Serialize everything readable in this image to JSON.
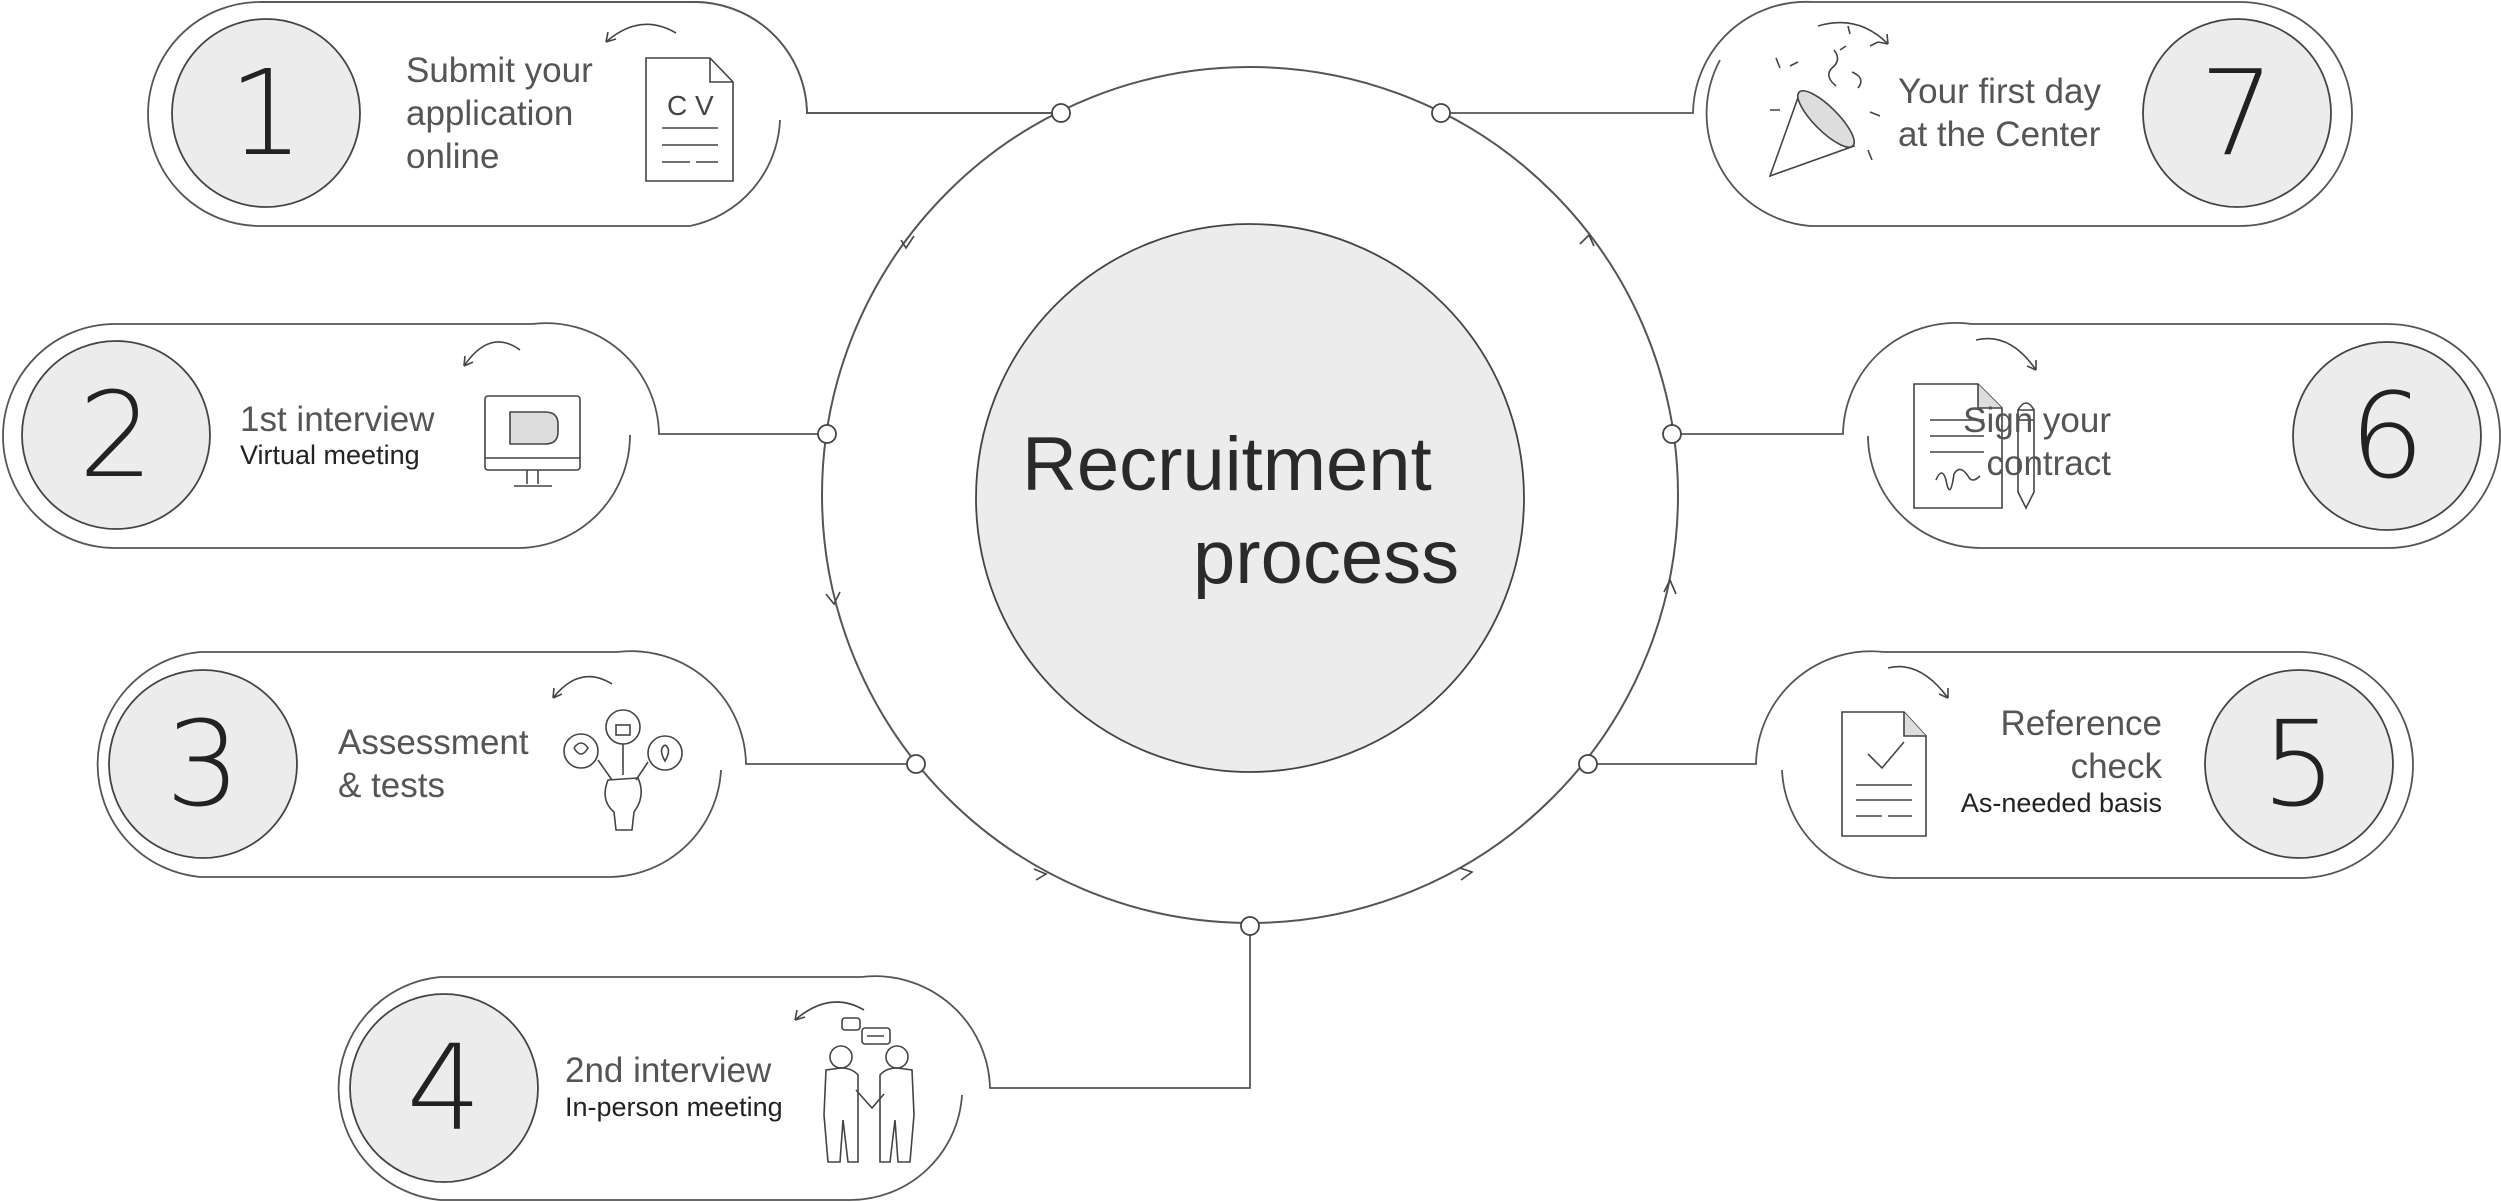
{
  "title": {
    "line1": "Recruitment",
    "line2": "process"
  },
  "steps": [
    {
      "number": "1",
      "lines": [
        "Submit your",
        "application",
        "online"
      ],
      "icon": "cv-document-icon",
      "icon_text": "CV"
    },
    {
      "number": "2",
      "lines": [
        "1st interview"
      ],
      "sub": "Virtual meeting",
      "icon": "computer-monitor-icon"
    },
    {
      "number": "3",
      "lines": [
        "Assessment",
        "& tests"
      ],
      "icon": "assessment-icon"
    },
    {
      "number": "4",
      "lines": [
        "2nd interview"
      ],
      "sub": "In-person meeting",
      "icon": "handshake-icon"
    },
    {
      "number": "5",
      "lines": [
        "Reference",
        "check"
      ],
      "sub": "As-needed basis",
      "icon": "checked-document-icon"
    },
    {
      "number": "6",
      "lines": [
        "Sign your",
        "contract"
      ],
      "icon": "contract-pen-icon"
    },
    {
      "number": "7",
      "lines": [
        "Your first day",
        "at the Center"
      ],
      "icon": "party-popper-icon"
    }
  ],
  "colors": {
    "stroke": "#555555",
    "circle_fill": "#ececec",
    "text": "#2a2a2a",
    "subtext": "#222222"
  }
}
